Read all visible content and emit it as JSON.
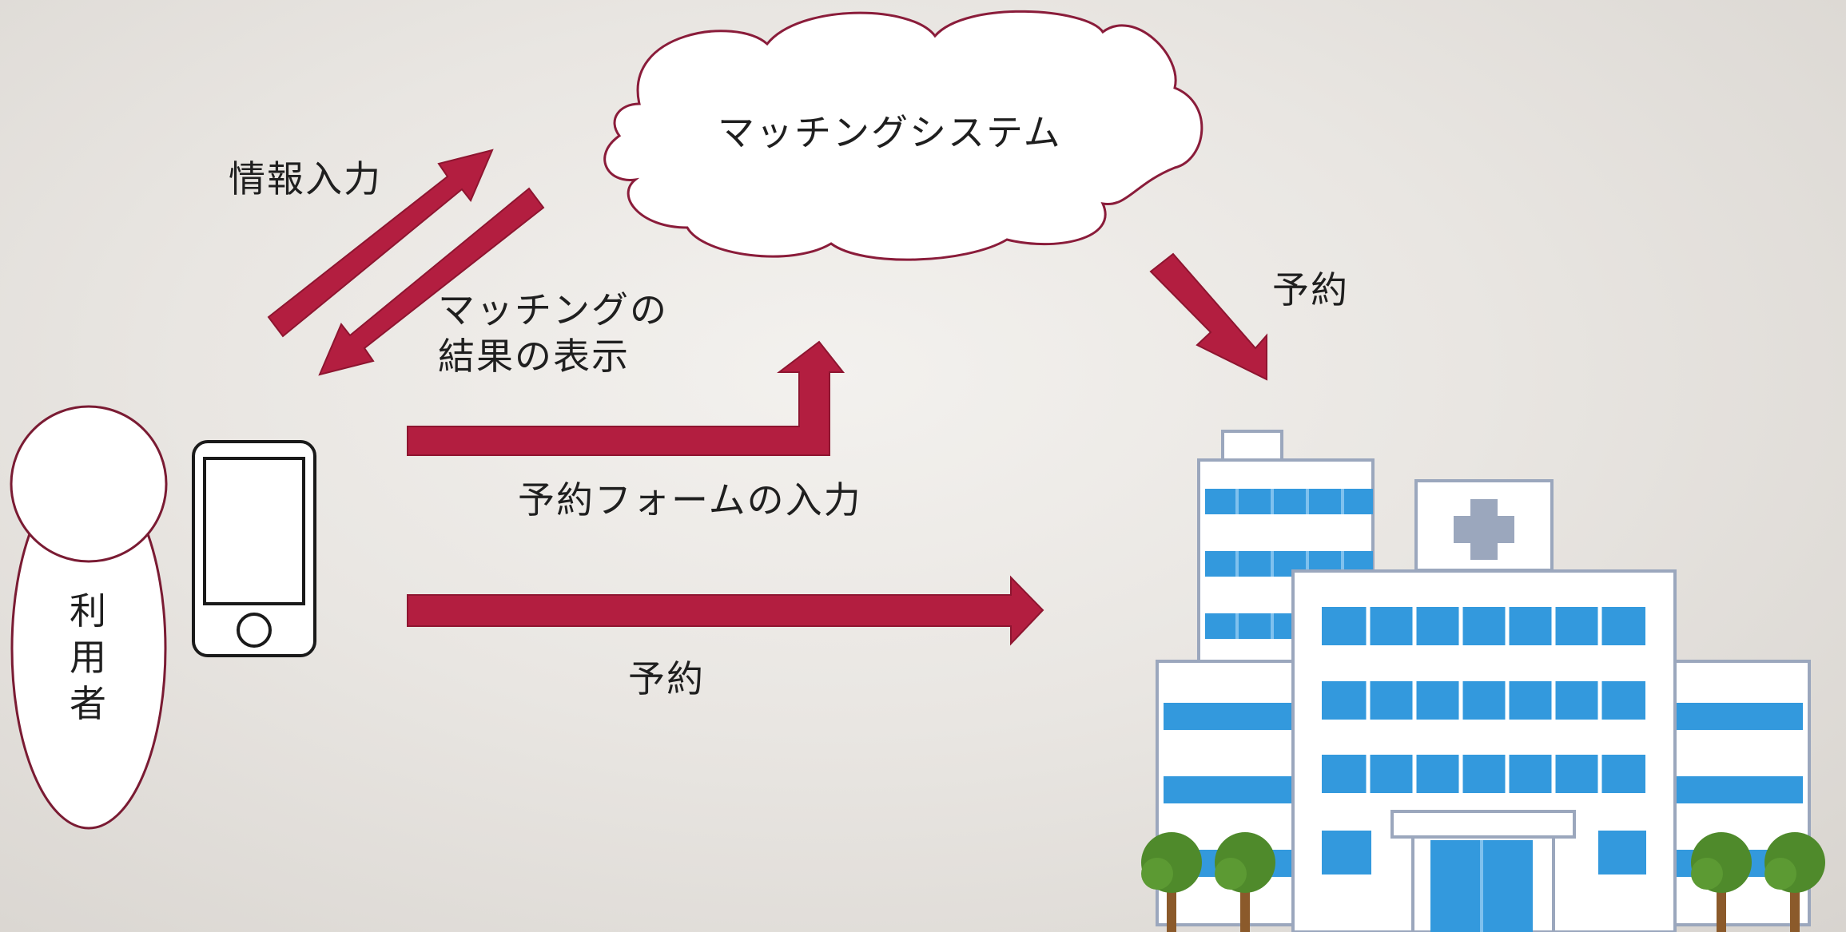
{
  "cloud_label": "マッチングシステム",
  "info_input_label": "情報入力",
  "match_result_line1": "マッチングの",
  "match_result_line2": "結果の表示",
  "form_input_label": "予約フォームの入力",
  "reserve_top_label": "予約",
  "reserve_mid_label": "予約",
  "user_label": "利用者",
  "colors": {
    "arrow": "#b31e40",
    "arrow_edge": "#8e1530",
    "cloud_stroke": "#8a1c3a",
    "outline": "#7a1b33",
    "window_blue": "#3399dd",
    "building_stroke": "#9ba7bd",
    "tree_green": "#4f8a2b",
    "trunk": "#8b5a2b"
  },
  "icons": [
    "cloud-icon",
    "smartphone-icon",
    "person-icon",
    "hospital-icon",
    "tree-icon",
    "cross-icon"
  ]
}
